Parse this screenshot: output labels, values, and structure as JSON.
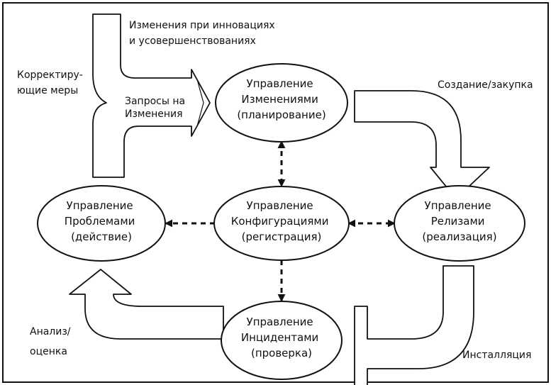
{
  "nodes": {
    "change": {
      "lines": [
        "Управление",
        "Изменениями",
        "(планирование)"
      ]
    },
    "config": {
      "lines": [
        "Управление",
        "Конфигурациями",
        "(регистрация)"
      ]
    },
    "problem": {
      "lines": [
        "Управление",
        "Проблемами",
        "(действие)"
      ]
    },
    "release": {
      "lines": [
        "Управление",
        "Релизами",
        "(реализация)"
      ]
    },
    "incident": {
      "lines": [
        "Управление",
        "Инцидентами",
        "(проверка)"
      ]
    }
  },
  "labels": {
    "innovation": [
      "Изменения при инновациях",
      "и усовершенствованиях"
    ],
    "corrective": [
      "Корректиру-",
      "ющие меры"
    ],
    "requests": [
      "Запросы на",
      "Изменения"
    ],
    "procurement": [
      "Создание/закупка"
    ],
    "analysis": [
      "Анализ/",
      "оценка"
    ],
    "installation": [
      "Инсталляция"
    ]
  },
  "colors": {
    "ink": "#111111",
    "paper": "#ffffff"
  }
}
